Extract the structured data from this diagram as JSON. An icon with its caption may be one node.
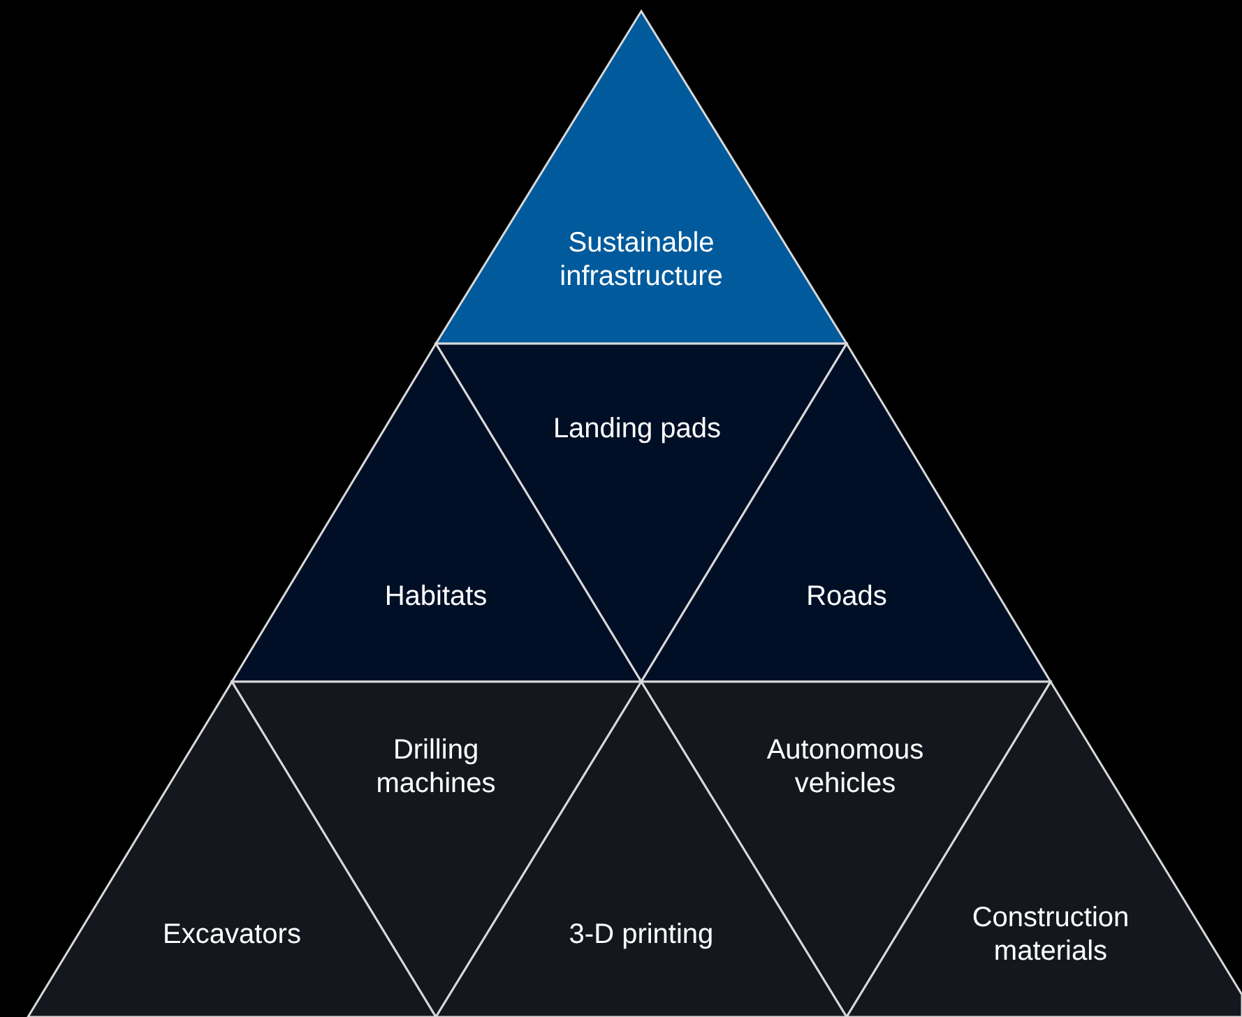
{
  "diagram": {
    "nodes": [
      {
        "text": [
          "Sustainable infrastructure"
        ]
      },
      {
        "text": [
          "Landing pads"
        ]
      },
      {
        "text": [
          "Habitats"
        ]
      },
      {
        "text": [
          "Roads"
        ]
      },
      {
        "text": [
          "Drilling machines"
        ]
      },
      {
        "text": [
          "Autonomous vehicles"
        ]
      },
      {
        "text": [
          "Excavators"
        ]
      },
      {
        "text": [
          "3-D printing"
        ]
      },
      {
        "text": [
          "Construction materials"
        ]
      }
    ]
  }
}
